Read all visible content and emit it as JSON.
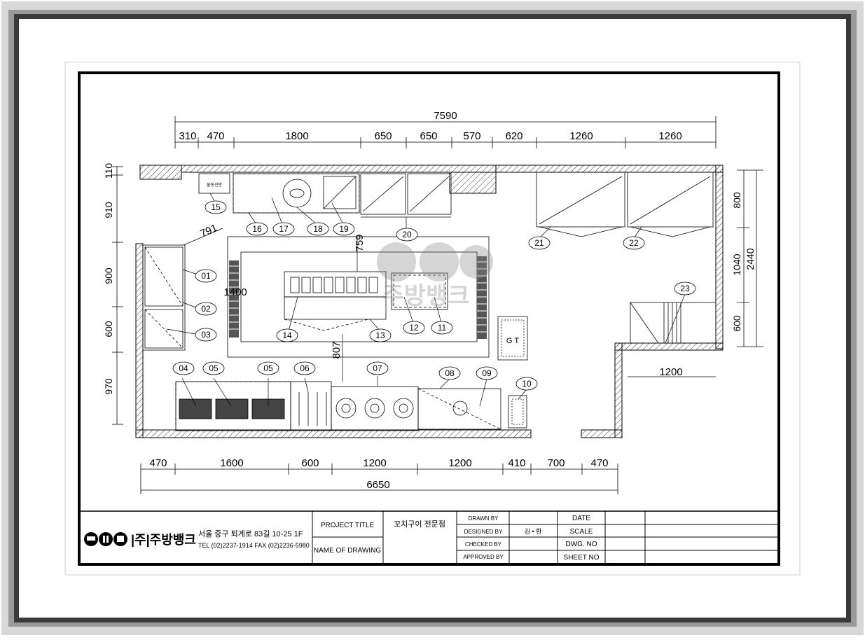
{
  "overall_dims": {
    "top": "7590",
    "bottom": "6650",
    "right_total": "2440"
  },
  "top_dims": [
    "310",
    "470",
    "1800",
    "650",
    "650",
    "570",
    "620",
    "1260",
    "1260"
  ],
  "bottom_dims": [
    "470",
    "1600",
    "600",
    "1200",
    "1200",
    "410",
    "700",
    "470"
  ],
  "left_dims": [
    "110",
    "910",
    "900",
    "600",
    "970"
  ],
  "right_dims": [
    "800",
    "1040",
    "600"
  ],
  "inner_dims": {
    "diag": "791",
    "vert_top": "759",
    "vert_bottom": "807",
    "horiz": "1400",
    "right_lower": "1200"
  },
  "items": [
    "01",
    "02",
    "03",
    "04",
    "05",
    "05",
    "06",
    "07",
    "08",
    "09",
    "10",
    "11",
    "12",
    "13",
    "14",
    "15",
    "16",
    "17",
    "18",
    "19",
    "20",
    "21",
    "22",
    "23"
  ],
  "small_labels": {
    "gt": "G T",
    "label_15": "물동선반"
  },
  "watermark": "주방뱅크",
  "title_block": {
    "company": "|주|주방뱅크",
    "address": "서울 중구 퇴계로 83길 10-25 1F",
    "tel": "TEL (02)2237-1914 FAX (02)2236-5980",
    "project_title_label": "PROJECT TITLE",
    "project_title": "꼬치구이 전문점",
    "name_of_drawing_label": "NAME OF DRAWING",
    "drawn_by": "DRAWN BY",
    "designed_by": "DESIGNED BY",
    "designer": "김 • 환",
    "checked_by": "CHECKED BY",
    "approved_by": "APPROVED BY",
    "date": "DATE",
    "scale": "SCALE",
    "dwg_no": "DWG. NO",
    "sheet_no": "SHEET NO"
  }
}
